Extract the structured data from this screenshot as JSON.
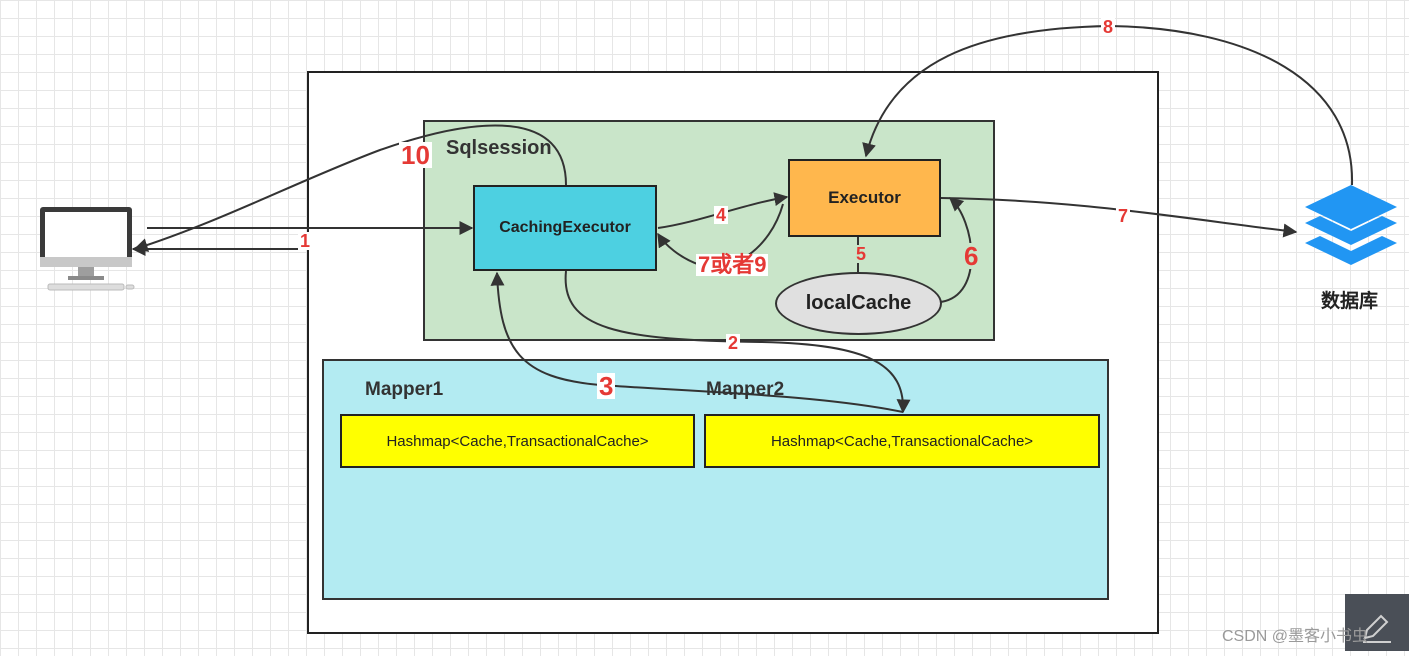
{
  "sqlsession": {
    "title": "Sqlsession"
  },
  "nodes": {
    "caching_executor": "CachingExecutor",
    "executor": "Executor",
    "local_cache": "localCache",
    "database": "数据库"
  },
  "mappers": {
    "mapper1": "Mapper1",
    "mapper2": "Mapper2",
    "hashmap1": "Hashmap<Cache,TransactionalCache>",
    "hashmap2": "Hashmap<Cache,TransactionalCache>"
  },
  "steps": {
    "s1": "1",
    "s2": "2",
    "s3": "3",
    "s4": "4",
    "s5": "5",
    "s6": "6",
    "s7": "7",
    "s7or9": "7或者9",
    "s8": "8",
    "s10": "10"
  },
  "watermark": "CSDN @墨客小书虫",
  "colors": {
    "sqlsession": "#c9e5c9",
    "mapper_area": "#b3ebf2",
    "caching_executor": "#4dd0e1",
    "executor": "#ffb74d",
    "hashmap": "#ffff00",
    "step_label": "#e53935",
    "database_icon": "#2196f3"
  },
  "icons": {
    "client": "desktop-computer-icon",
    "database": "database-layers-icon",
    "corner": "edit-icon"
  }
}
